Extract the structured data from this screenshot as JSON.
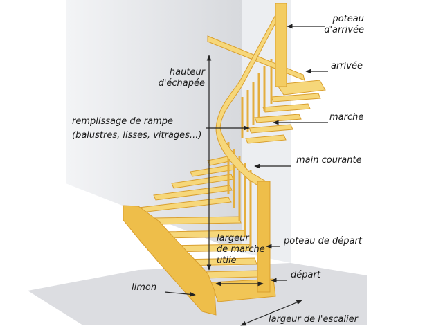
{
  "labels": {
    "poteau_arrivee_1": "poteau",
    "poteau_arrivee_2": "d'arrivée",
    "arrivee": "arrivée",
    "hauteur_1": "hauteur",
    "hauteur_2": "d'échapée",
    "remplissage_1": "remplissage de rampe",
    "remplissage_2": "(balustres, lisses, vitrages...)",
    "marche": "marche",
    "main_courante": "main courante",
    "poteau_depart": "poteau de départ",
    "largeur_marche_1": "largeur",
    "largeur_marche_2": "de marche",
    "largeur_marche_3": "utile",
    "depart": "départ",
    "limon": "limon",
    "largeur_escalier": "largeur de l'escalier"
  },
  "colors": {
    "wood_light": "#f6d77a",
    "wood_mid": "#eebe4a",
    "wood_dark": "#d99f2e",
    "wall": "#e6e7ea",
    "floor": "#d9dadd",
    "line": "#222222"
  }
}
